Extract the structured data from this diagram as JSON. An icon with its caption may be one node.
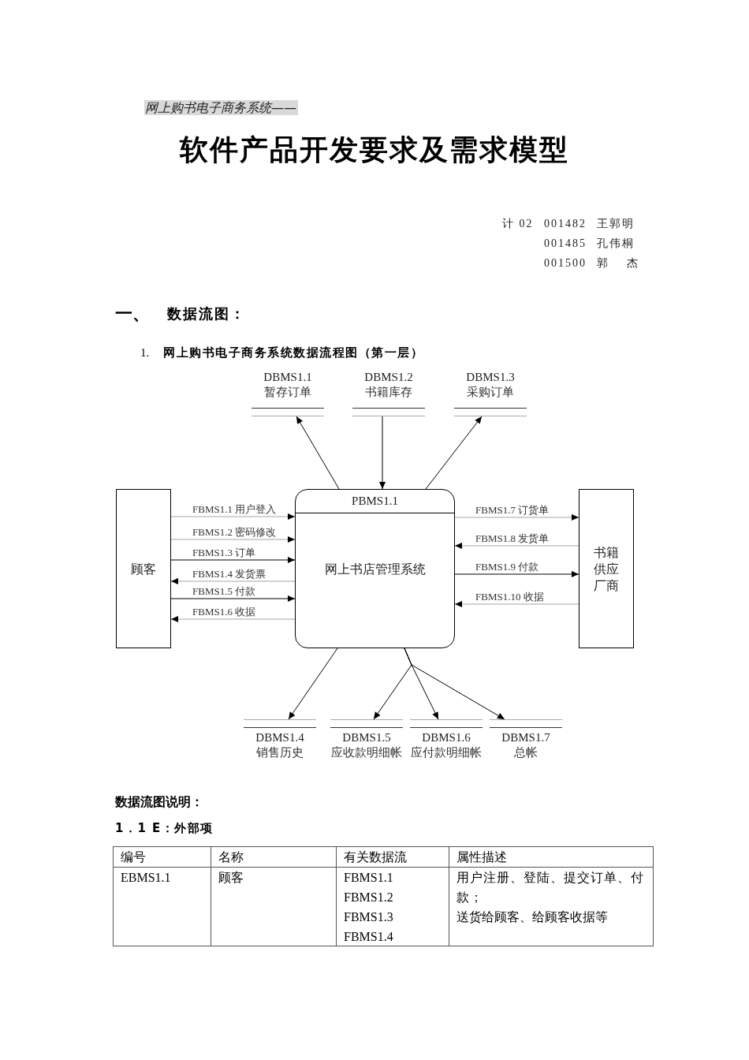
{
  "diagram": {
    "title": "软件产品开发要求及需求模型",
    "nodes": [
      {
        "text": [
          "DBMS1.1",
          "暂存订单"
        ]
      },
      {
        "text": [
          "DBMS1.2",
          "书籍库存"
        ]
      },
      {
        "text": [
          "DBMS1.3",
          "采购订单"
        ]
      },
      {
        "text": [
          "顾客"
        ]
      },
      {
        "text": [
          "PBMS1.1",
          "网上书店管理系统"
        ]
      },
      {
        "text": [
          "书籍供应厂商"
        ]
      },
      {
        "text": [
          "DBMS1.4",
          "销售历史"
        ]
      },
      {
        "text": [
          "DBMS1.5",
          "应收款明细帐"
        ]
      },
      {
        "text": [
          "DBMS1.6",
          "应付款明细帐"
        ]
      },
      {
        "text": [
          "DBMS1.7",
          "总帐"
        ]
      }
    ],
    "edges": [
      {
        "from": 4,
        "to": 0,
        "arrow": "to"
      },
      {
        "from": 1,
        "to": 4,
        "arrow": "to"
      },
      {
        "from": 4,
        "to": 2,
        "arrow": "to"
      },
      {
        "from": 3,
        "to": 4,
        "arrow": "to",
        "label": "FBMS1.1 用户登入",
        "color": "#a6a6a6"
      },
      {
        "from": 3,
        "to": 4,
        "arrow": "to",
        "label": "FBMS1.2 密码修改",
        "color": "#a6a6a6"
      },
      {
        "from": 3,
        "to": 4,
        "arrow": "to",
        "label": "FBMS1.3 订单"
      },
      {
        "from": 4,
        "to": 3,
        "arrow": "to",
        "label": "FBMS1.4 发货票",
        "color": "#a6a6a6"
      },
      {
        "from": 3,
        "to": 4,
        "arrow": "to",
        "label": "FBMS1.5 付款"
      },
      {
        "from": 4,
        "to": 3,
        "arrow": "to",
        "label": "FBMS1.6 收据",
        "color": "#a6a6a6"
      },
      {
        "from": 4,
        "to": 5,
        "arrow": "to",
        "label": "FBMS1.7 订货单",
        "color": "#a6a6a6"
      },
      {
        "from": 5,
        "to": 4,
        "arrow": "to",
        "label": "FBMS1.8 发货单",
        "color": "#a6a6a6"
      },
      {
        "from": 4,
        "to": 5,
        "arrow": "to",
        "label": "FBMS1.9 付款"
      },
      {
        "from": 5,
        "to": 4,
        "arrow": "to",
        "label": "FBMS1.10 收据",
        "color": "#a6a6a6"
      },
      {
        "from": 4,
        "to": 6,
        "arrow": "to"
      },
      {
        "from": 4,
        "to": 7,
        "arrow": "to"
      },
      {
        "from": 4,
        "to": 8,
        "arrow": "to"
      },
      {
        "from": 4,
        "to": 9,
        "arrow": "to"
      }
    ],
    "labels": [
      "网上购书电子商务系统——",
      "计 02",
      "001482",
      "王郭明",
      "001485",
      "孔伟桐",
      "001500",
      "郭 杰",
      "一、",
      "数据流图：",
      "1.",
      "网上购书电子商务系统数据流程图（第一层）",
      "数据流图说明：",
      "1．1 E：外部项",
      "编号",
      "名称",
      "有关数据流",
      "属性描述",
      "EBMS1.1",
      "顾客",
      "FBMS1.1",
      "FBMS1.2",
      "FBMS1.3",
      "FBMS1.4",
      "用户注册、登陆、提交订单、付款；",
      "送货给顾客、给顾客收据等"
    ]
  }
}
